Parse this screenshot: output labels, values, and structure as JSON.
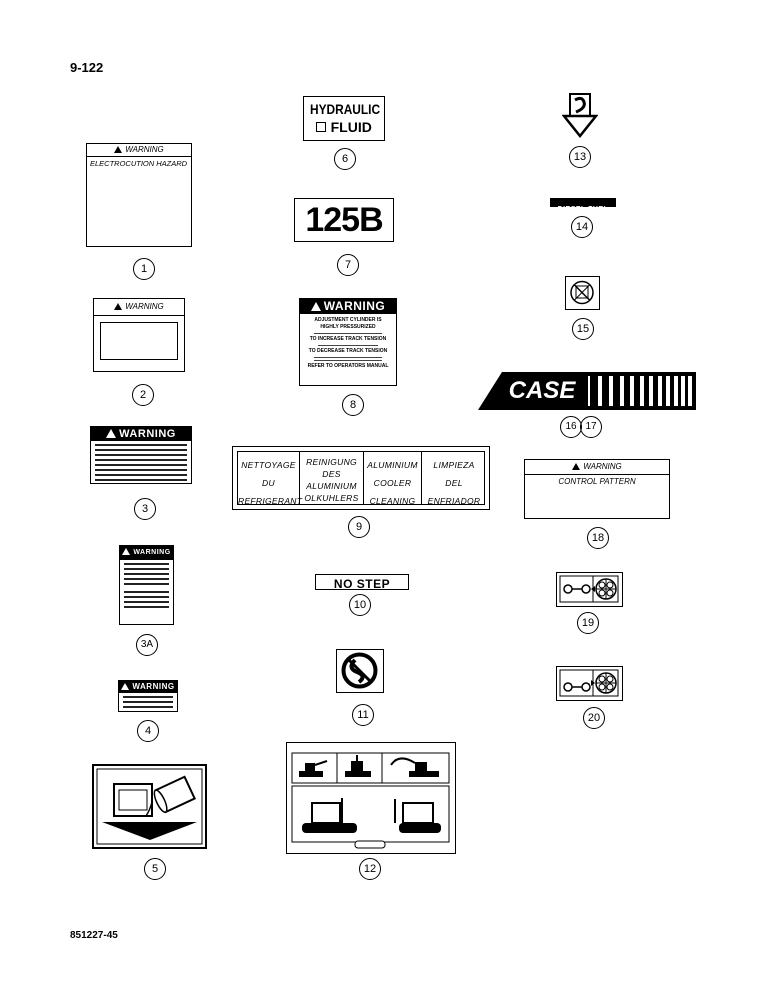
{
  "page_id": "9-122",
  "figure_code": "851227-45",
  "decals": {
    "d1": {
      "number": "1",
      "header": "WARNING",
      "text": "ELECTROCUTION HAZARD"
    },
    "d2": {
      "number": "2",
      "header": "WARNING"
    },
    "d3": {
      "number": "3",
      "header": "WARNING"
    },
    "d3a": {
      "number": "3A",
      "header": "WARNING"
    },
    "d4": {
      "number": "4",
      "header": "WARNING"
    },
    "d5": {
      "number": "5"
    },
    "d6": {
      "number": "6",
      "line1": "HYDRAULIC",
      "line2": "FLUID"
    },
    "d7": {
      "number": "7",
      "text": "125B"
    },
    "d8": {
      "number": "8",
      "header": "WARNING",
      "line1": "ADJUSTMENT CYLINDER IS",
      "line2": "HIGHLY PRESSURIZED",
      "line3": "TO INCREASE TRACK TENSION",
      "line4": "TO DECREASE TRACK TENSION",
      "line5": "REFER TO OPERATORS MANUAL"
    },
    "d9": {
      "number": "9",
      "col1": [
        "NETTOYAGE",
        "DU",
        "REFRIGERANT"
      ],
      "col2": [
        "REINIGUNG",
        "DES",
        "ALUMINIUM",
        "OLKUHLERS"
      ],
      "col3": [
        "ALUMINIUM",
        "COOLER",
        "CLEANING"
      ],
      "col4": [
        "LIMPIEZA",
        "DEL",
        "ENFRIADOR"
      ]
    },
    "d10": {
      "number": "10",
      "text": "NO STEP"
    },
    "d11": {
      "number": "11"
    },
    "d12": {
      "number": "12"
    },
    "d13": {
      "number": "13"
    },
    "d14": {
      "number": "14",
      "text": "DIESEL FUEL"
    },
    "d15": {
      "number": "15"
    },
    "d16_17": {
      "number_a": "16",
      "number_b": "17",
      "text": "CASE"
    },
    "d18": {
      "number": "18",
      "header": "WARNING",
      "text": "CONTROL PATTERN"
    },
    "d19": {
      "number": "19"
    },
    "d20": {
      "number": "20"
    }
  }
}
